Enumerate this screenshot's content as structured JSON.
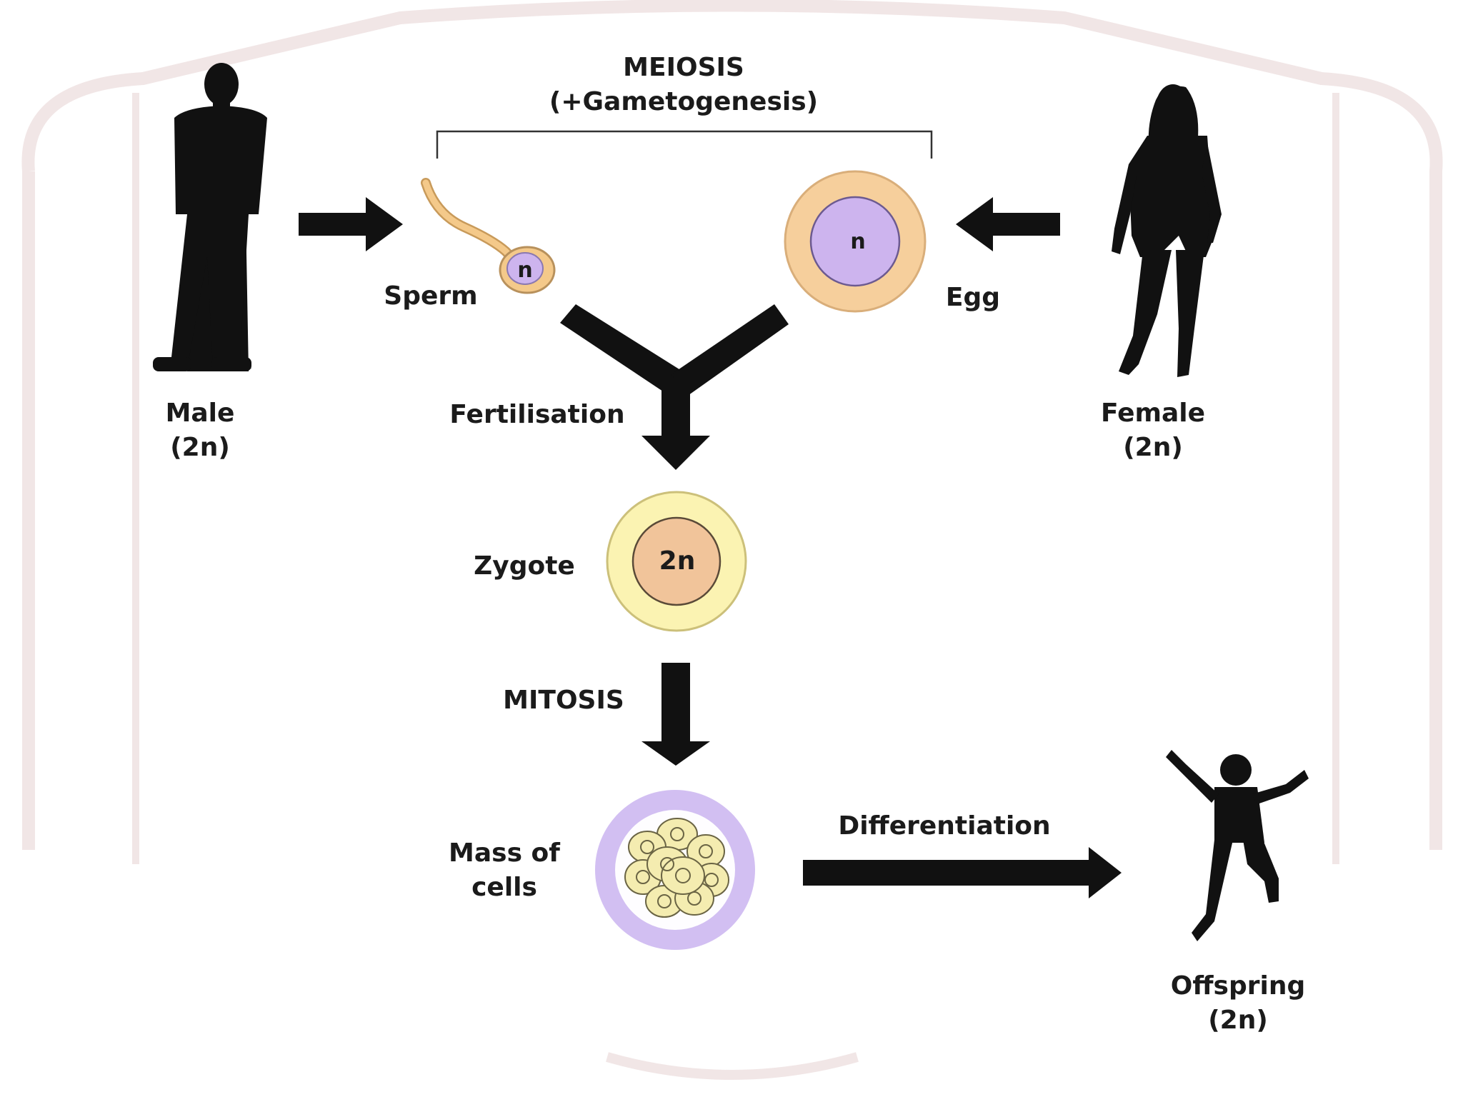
{
  "title": {
    "line1": "MEIOSIS",
    "line2": "(+Gametogenesis)"
  },
  "parents": {
    "male": {
      "label": "Male",
      "ploidy": "(2n)"
    },
    "female": {
      "label": "Female",
      "ploidy": "(2n)"
    }
  },
  "gametes": {
    "sperm": {
      "label": "Sperm",
      "nucleus": "n"
    },
    "egg": {
      "label": "Egg",
      "nucleus": "n"
    }
  },
  "processes": {
    "fertilisation": "Fertilisation",
    "mitosis": "MITOSIS",
    "differentiation": "Differentiation"
  },
  "zygote": {
    "label": "Zygote",
    "nucleus": "2n"
  },
  "mass_of_cells": {
    "line1": "Mass of",
    "line2": "cells"
  },
  "offspring": {
    "label": "Offspring",
    "ploidy": "(2n)"
  },
  "colors": {
    "ink": "#1b1b1b",
    "egg_outer": "#f6cf9c",
    "egg_nucleus": "#cdb4ee",
    "zygote_outer": "#fbf3b2",
    "zygote_nucleus": "#f1c49a",
    "mass_outer": "#d2bff2",
    "cell_fill": "#f4ecb0",
    "sperm_fill": "#f4c98a",
    "watermark": "#f1e6e6"
  },
  "icons": {
    "male": "man-silhouette-icon",
    "female": "woman-silhouette-icon",
    "offspring": "child-silhouette-icon"
  }
}
